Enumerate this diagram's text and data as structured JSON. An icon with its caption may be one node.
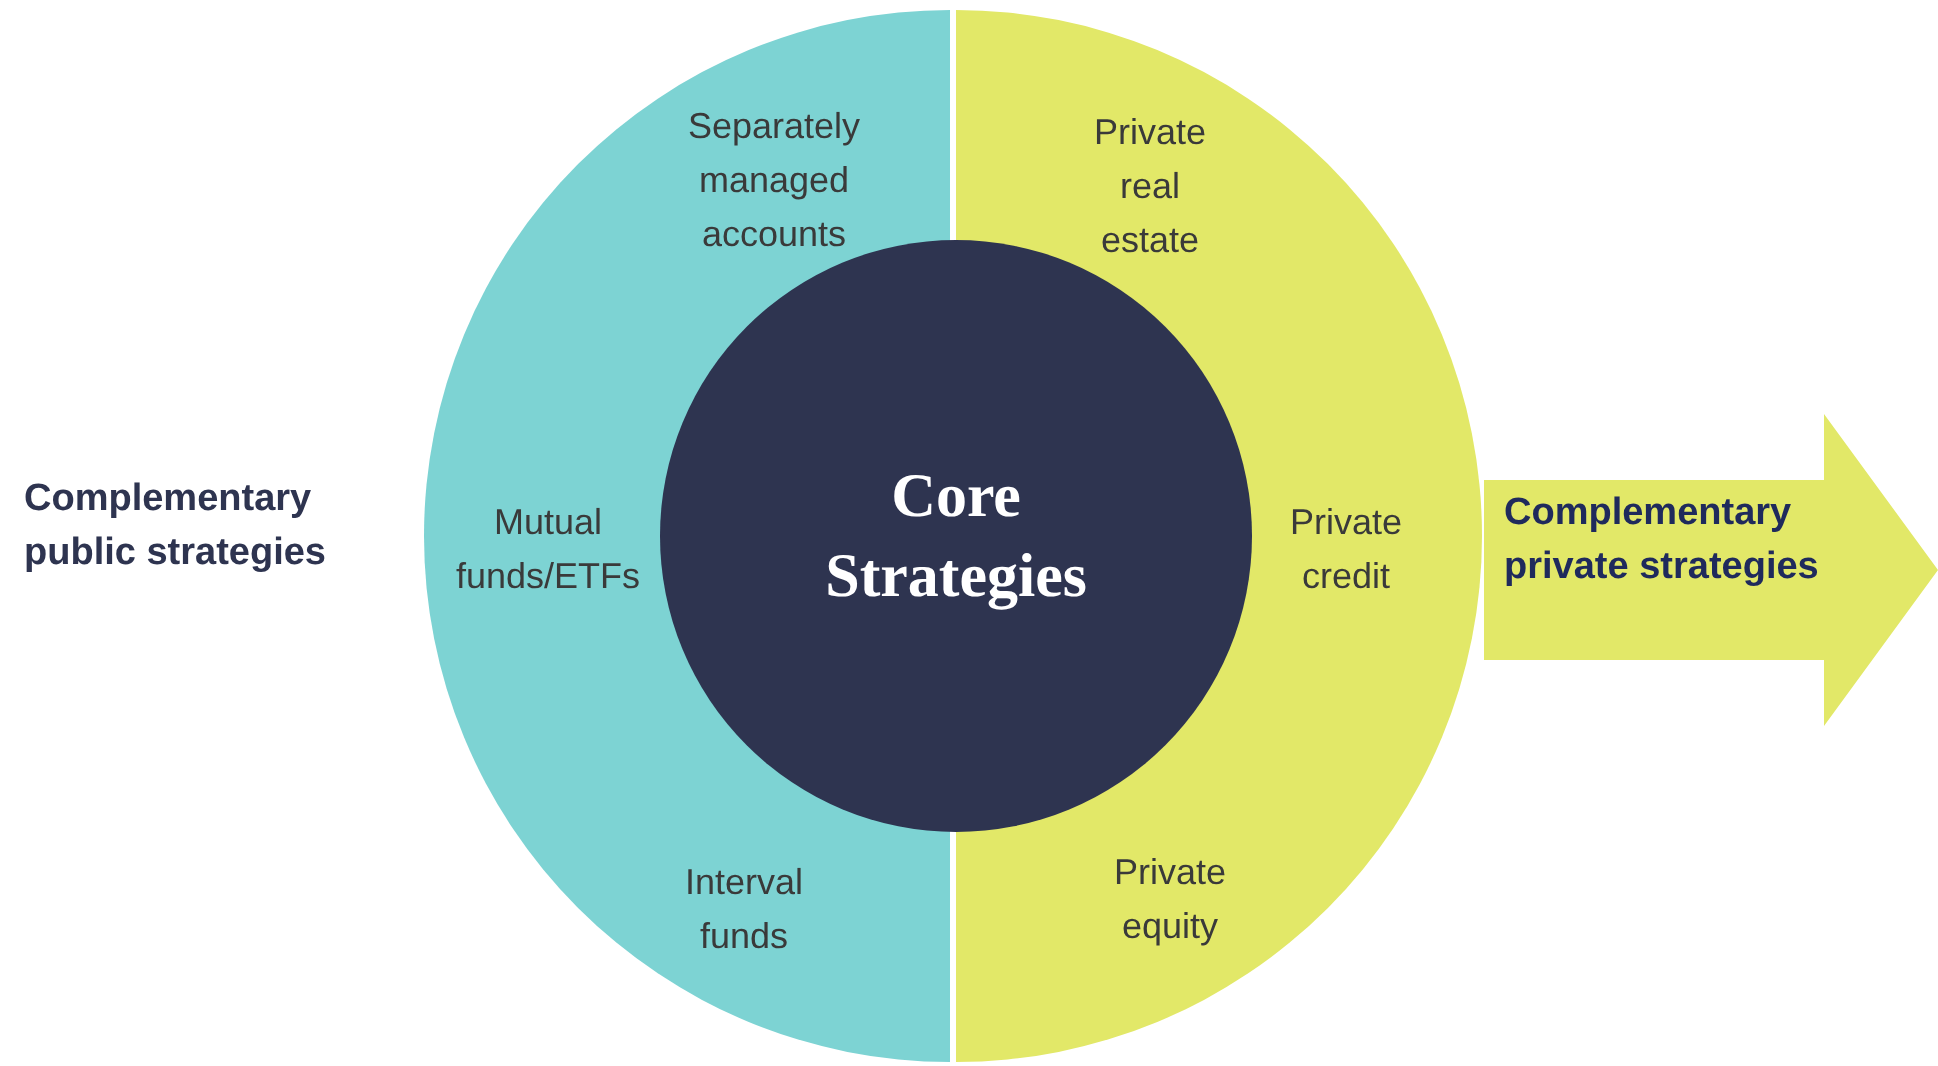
{
  "diagram": {
    "nodes": [
      {
        "text": [
          "Separately managed accounts",
          "Mutual funds/ETFs",
          "Interval funds"
        ]
      },
      {
        "text": [
          "Private real estate",
          "Private credit",
          "Private equity"
        ]
      },
      {
        "text": [
          "Core Strategies"
        ]
      },
      {
        "text": [
          "Complementary private strategies"
        ]
      }
    ],
    "edges": [],
    "labels": [
      "Complementary public strategies"
    ]
  }
}
